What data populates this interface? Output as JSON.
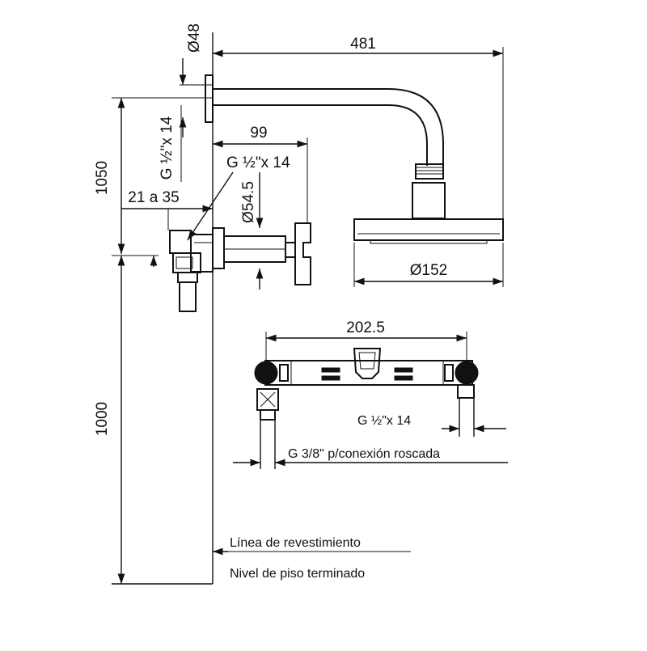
{
  "dimensions": {
    "d48": "Ø48",
    "d481": "481",
    "d99": "99",
    "thread_left": "G ½\"x 14",
    "thread_top": "G ½\"x 14",
    "d54_5": "Ø54.5",
    "d1050": "1050",
    "d21a35": "21 a 35",
    "d152": "Ø152",
    "d202_5": "202.5",
    "thread_right": "G ½\"x 14",
    "thread_38": "G 3/8\" p/conexión roscada",
    "d1000": "1000"
  },
  "labels": {
    "linea_revestimiento": "Línea de revestimiento",
    "nivel_piso": "Nivel de piso terminado"
  }
}
